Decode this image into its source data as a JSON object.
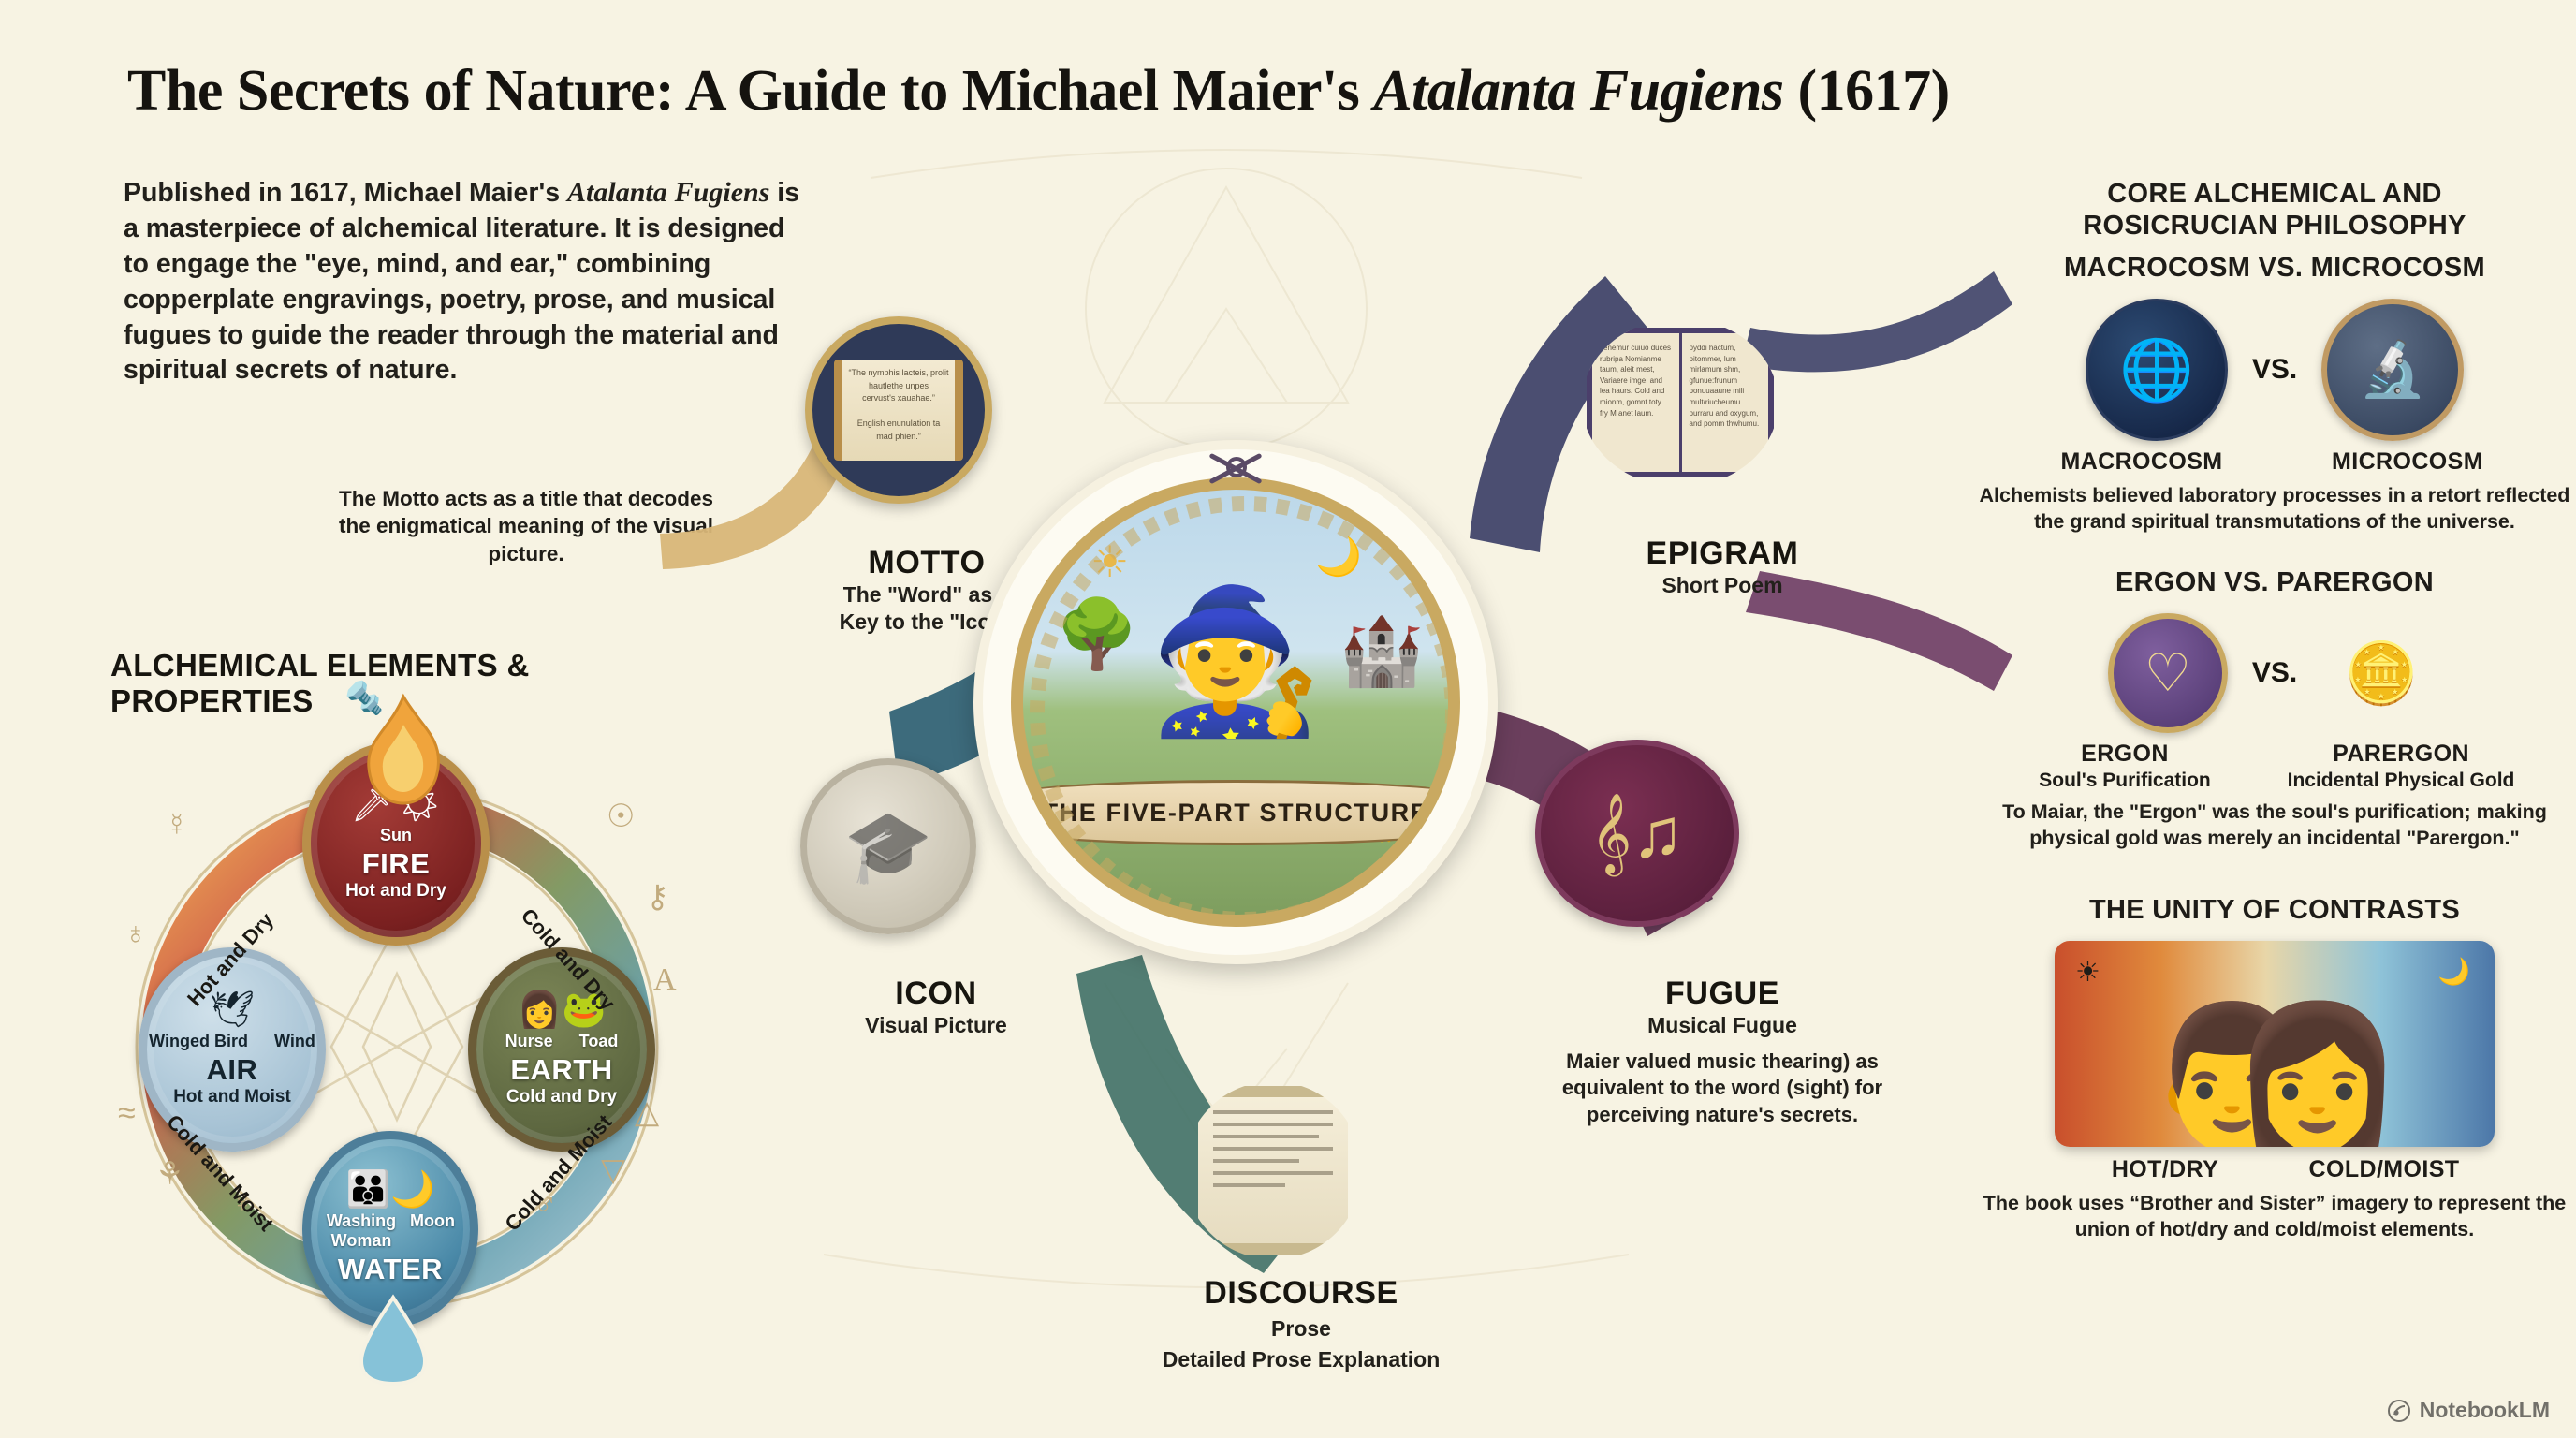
{
  "header": {
    "title_plain_1": "The Secrets of Nature: A Guide to Michael Maier's ",
    "title_italic": "Atalanta Fugiens",
    "title_plain_2": " (1617)"
  },
  "intro": {
    "line1": "Published in 1617, Michael Maier's ",
    "italic1": "Atalanta",
    "italic2": "Fugiens",
    "rest": " is a masterpiece of alchemical literature. It is designed to engage the \"eye, mind, and ear,\" combining copperplate engravings, poetry, prose, and musical fugues to guide the reader through the material and spiritual secrets of nature."
  },
  "motto_note": "The Motto acts as a title that decodes the enigmatical meaning of the visual picture.",
  "elements": {
    "heading": "ALCHEMICAL ELEMENTS & PROPERTIES",
    "items": [
      {
        "name": "FIRE",
        "property": "Hot and Dry",
        "symbols": [
          "Sword",
          "Sun"
        ],
        "label_left": "",
        "label_right": "Sun",
        "color": "#7a2020"
      },
      {
        "name": "AIR",
        "property": "Hot and Moist",
        "symbols": [
          "Winged Bird",
          "Wind"
        ],
        "label_left": "Winged Bird",
        "label_right": "Wind",
        "color": "#a6c2d4"
      },
      {
        "name": "EARTH",
        "property": "Cold and Dry",
        "symbols": [
          "Nurse",
          "Toad"
        ],
        "label_left": "Nurse",
        "label_right": "Toad",
        "color": "#5d6740"
      },
      {
        "name": "WATER",
        "property": "",
        "symbols": [
          "Washing Woman",
          "Moon"
        ],
        "label_left": "Washing Woman",
        "label_right": "Moon",
        "color": "#4a89a8"
      }
    ],
    "ring_labels": [
      "Hot and Dry",
      "Cold and Dry",
      "Cold and Moist",
      "Cold and Moist"
    ]
  },
  "center": {
    "emblem_banner": "THE FIVE-PART STRUCTURE",
    "motto": {
      "title": "MOTTO",
      "subtitle_line1": "The \"Word\" as a",
      "subtitle_line2": "Key to the \"Icon\""
    },
    "icon": {
      "title": "ICON",
      "subtitle": "Visual Picture"
    },
    "epigram": {
      "title": "EPIGRAM",
      "subtitle": "Short Poem"
    },
    "fugue": {
      "title": "FUGUE",
      "subtitle": "Musical Fugue",
      "note": "Maier valued music thearing) as equivalent to the word (sight) for perceiving nature's secrets."
    },
    "discourse": {
      "title": "DISCOURSE",
      "subtitle": "Prose",
      "note": "Detailed Prose Explanation"
    }
  },
  "right": {
    "heading_line1": "CORE ALCHEMICAL AND",
    "heading_line2": "ROSICRUCIAN PHILOSOPHY",
    "macro_micro": {
      "heading": "MACROCOSM VS. MICROCOSM",
      "vs": "VS.",
      "left_caption": "MACROCOSM",
      "right_caption": "MICROCOSM",
      "description": "Alchemists believed laboratory processes in a retort reflected the grand spiritual transmutations of the universe."
    },
    "ergon_parergon": {
      "heading": "ERGON VS. PARERGON",
      "vs": "VS.",
      "left_caption": "ERGON",
      "left_sub": "Soul's Purification",
      "right_caption": "PARERGON",
      "right_sub": "Incidental Physical Gold",
      "description": "To Maiar, the \"Ergon\" was the soul's purification; making physical gold was merely an incidental \"Parergon.\""
    },
    "unity": {
      "heading": "THE UNITY OF CONTRASTS",
      "left_caption": "HOT/DRY",
      "right_caption": "COLD/MOIST",
      "description": "The book uses “Brother and Sister” imagery to represent the union of hot/dry and cold/moist elements."
    }
  },
  "watermark": {
    "label": "NotebookLM"
  },
  "colors": {
    "background": "#f7f3e3",
    "gold": "#c9a961",
    "teal": "#2f6080",
    "fire_red": "#7a2020",
    "earth_green": "#5d6740",
    "plum": "#5b2b4e",
    "navy": "#3d4168"
  }
}
